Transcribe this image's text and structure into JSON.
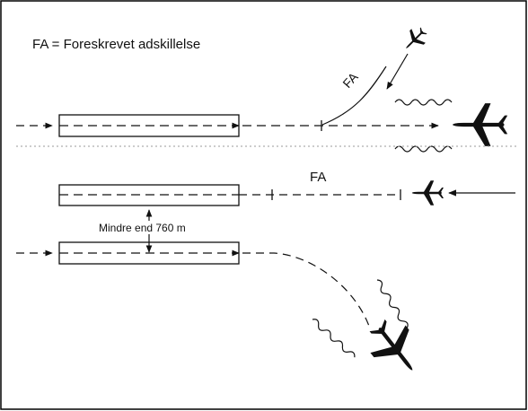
{
  "legend_text": "FA = Foreskrevet adskillelse",
  "fa_label_top": "FA",
  "fa_label_middle": "FA",
  "distance_label": "Mindre end 760 m",
  "icons": {
    "small_aircraft": "small-airplane-icon",
    "medium_aircraft": "medium-airplane-icon",
    "heavy_aircraft": "heavy-airplane-icon",
    "wake_turbulence": "wake-vortex-icon"
  },
  "colors": {
    "ink": "#111111",
    "border": "#000000",
    "dotted_separator": "#999999"
  }
}
